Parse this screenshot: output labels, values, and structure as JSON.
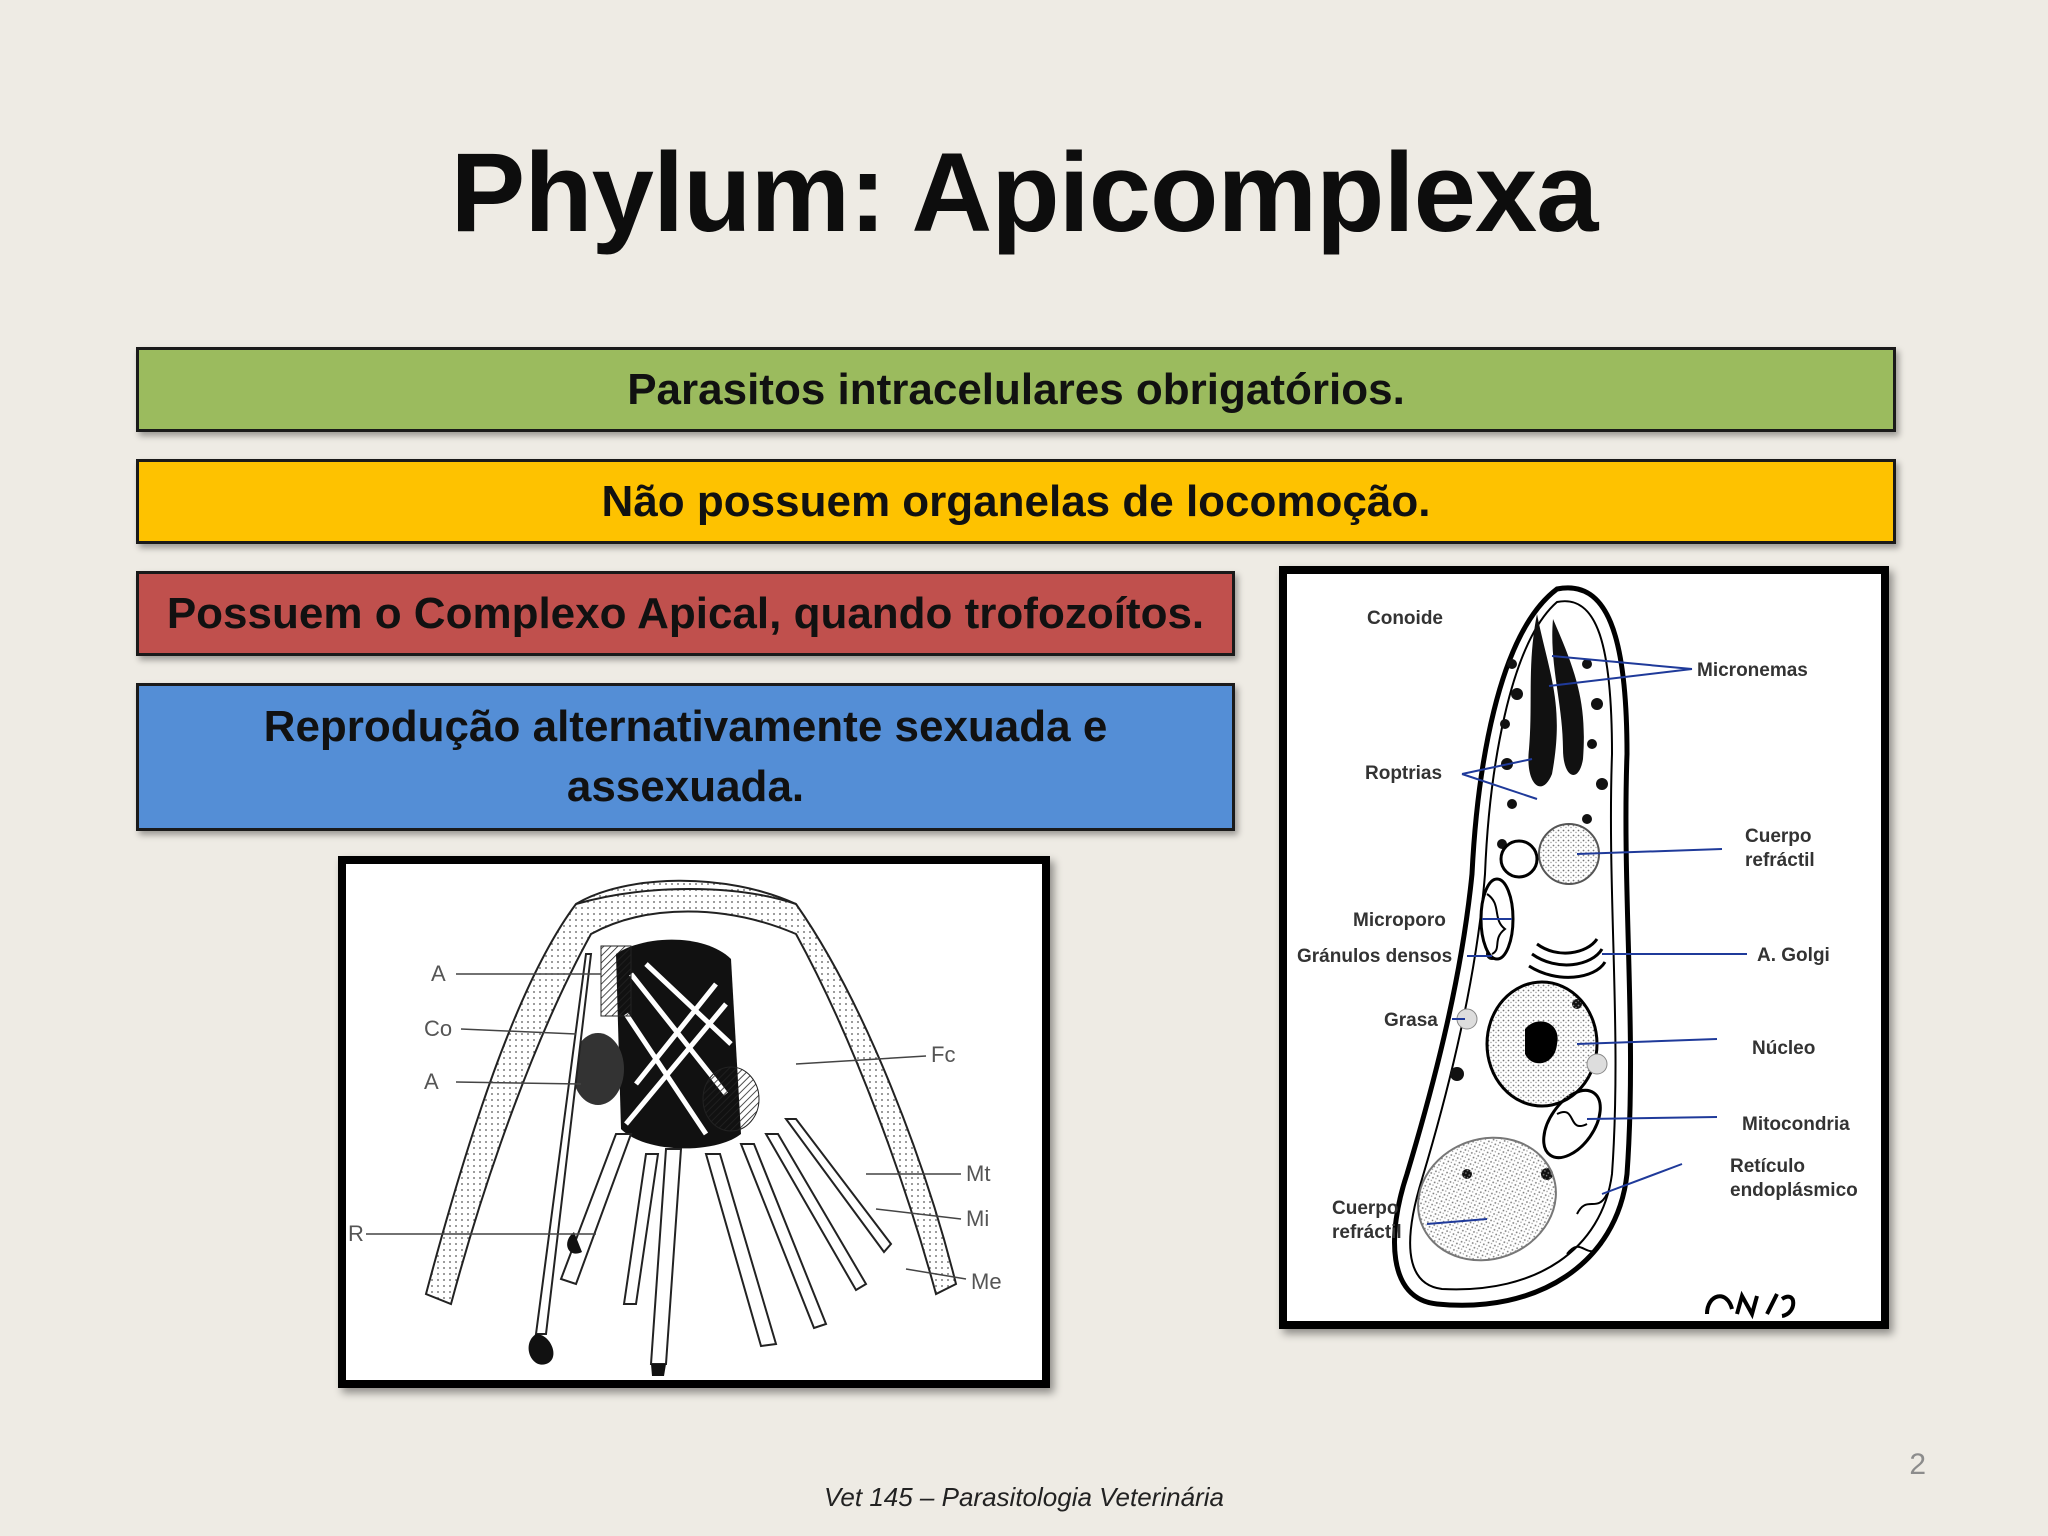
{
  "slide": {
    "title": "Phylum: Apicomplexa",
    "page_number": "2",
    "footer": "Vet 145 – Parasitologia Veterinária"
  },
  "boxes": [
    {
      "text": "Parasitos intracelulares obrigatórios.",
      "color": "#9bbb5e"
    },
    {
      "text": "Não possuem organelas de locomoção.",
      "color": "#fec200"
    },
    {
      "text": "Possuem o Complexo Apical, quando trofozoítos.",
      "color": "#c0504d"
    },
    {
      "text": "Reprodução alternativamente sexuada e assexuada.",
      "color": "#548ed6"
    }
  ],
  "figure_apical_complex": {
    "labels": {
      "a1": "A",
      "co": "Co",
      "a2": "A",
      "r": "R",
      "fc": "Fc",
      "mt": "Mt",
      "mi": "Mi",
      "me": "Me"
    }
  },
  "figure_cell": {
    "labels": {
      "conoide": "Conoide",
      "micronemas": "Micronemas",
      "roptrias": "Roptrias",
      "cuerpo_refractil_1": "Cuerpo",
      "cuerpo_refractil_1b": "refráctil",
      "microporo": "Microporo",
      "granulos": "Gránulos densos",
      "golgi": "A. Golgi",
      "grasa": "Grasa",
      "nucleo": "Núcleo",
      "mitocondria": "Mitocondria",
      "reticulo_1": "Retículo",
      "reticulo_2": "endoplásmico",
      "cuerpo_refractil_2": "Cuerpo",
      "cuerpo_refractil_2b": "refráctil"
    }
  }
}
